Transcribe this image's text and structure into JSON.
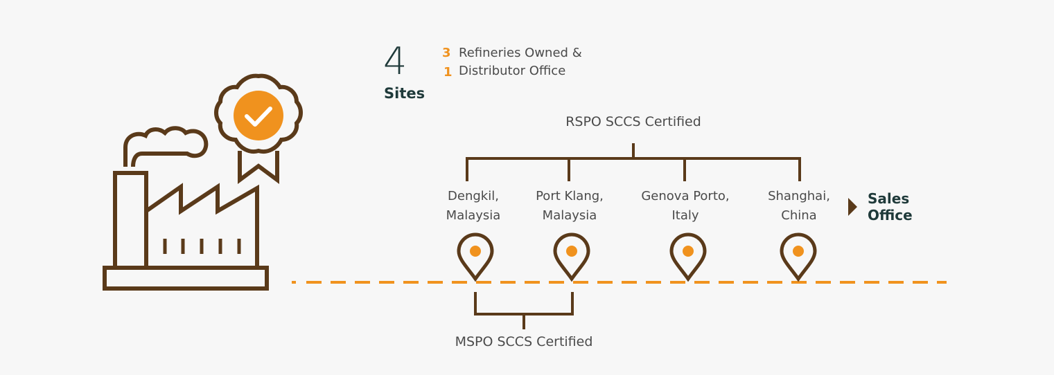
{
  "summary": {
    "count": "4",
    "count_label": "Sites",
    "breakdown": [
      {
        "number": "3",
        "text": "Refineries Owned &"
      },
      {
        "number": "1",
        "text": "Distributor Office"
      }
    ]
  },
  "certifications": {
    "top": "RSPO SCCS Certified",
    "bottom": "MSPO SCCS Certified"
  },
  "sites": [
    {
      "line1": "Dengkil,",
      "line2": "Malaysia"
    },
    {
      "line1": "Port Klang,",
      "line2": "Malaysia"
    },
    {
      "line1": "Genova Porto,",
      "line2": "Italy"
    },
    {
      "line1": "Shanghai,",
      "line2": "China"
    }
  ],
  "sales_office": {
    "line1": "Sales",
    "line2": "Office"
  },
  "colors": {
    "brown": "#5a3a1a",
    "orange": "#f0921e",
    "dark_teal": "#1f3a3a"
  },
  "icons": [
    "factory-icon",
    "certified-badge-icon",
    "location-pin-icon",
    "arrow-right-icon"
  ]
}
